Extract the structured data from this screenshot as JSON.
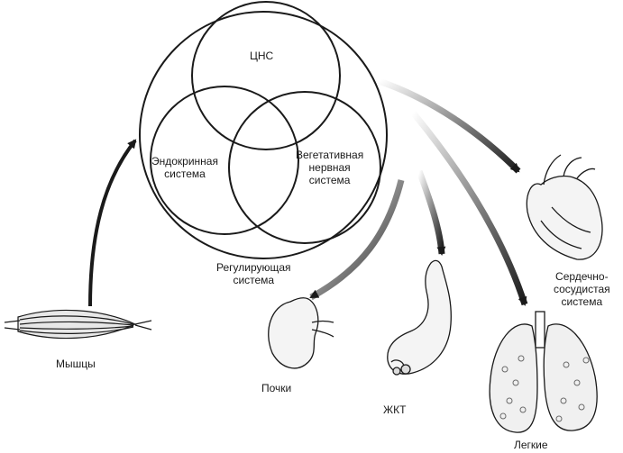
{
  "diagram": {
    "regulating_system": {
      "label_lines": [
        "Регулирующая",
        "система"
      ],
      "components": {
        "cns": "ЦНС",
        "endocrine": [
          "Эндокринная",
          "система"
        ],
        "autonomic": [
          "Вегетативная",
          "нервная",
          "система"
        ]
      }
    },
    "input": {
      "label": "Мышцы"
    },
    "targets": {
      "kidneys": "Почки",
      "git": "ЖКТ",
      "lungs": "Легкие",
      "cardio": [
        "Сердечно-",
        "сосудистая",
        "система"
      ]
    },
    "colors": {
      "ink": "#1a1a1a",
      "background": "#ffffff",
      "shade": "#8a8a8a"
    }
  }
}
